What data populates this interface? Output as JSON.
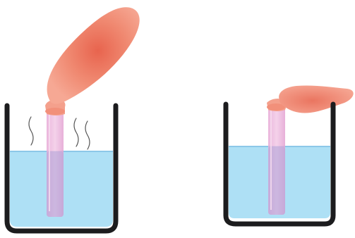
{
  "diagram": {
    "panels": [
      {
        "id": "left",
        "balloon_state": "inflated",
        "water_state": "hot",
        "steam_visible": true
      },
      {
        "id": "right",
        "balloon_state": "deflated",
        "water_state": "cold",
        "steam_visible": false
      }
    ],
    "colors": {
      "water": "#aee0f5",
      "water_edge": "#8cc8e8",
      "beaker": "#1c1c1e",
      "tube": "#e6b2d8",
      "balloon": "#f3957e",
      "balloon_shade": "#e36f56",
      "steam": "#555555"
    }
  }
}
